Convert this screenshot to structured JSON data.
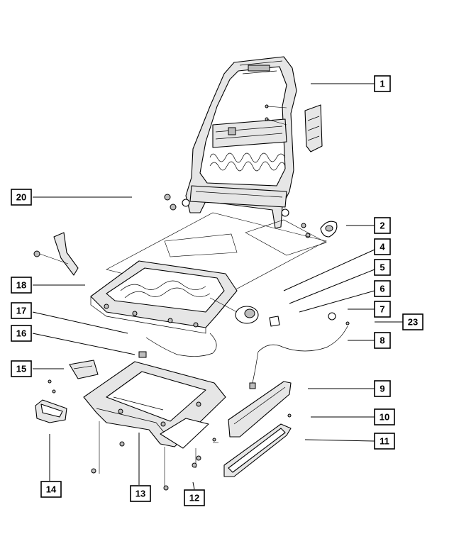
{
  "diagram": {
    "callouts": [
      {
        "id": "c1",
        "label": "1"
      },
      {
        "id": "c2",
        "label": "2"
      },
      {
        "id": "c4",
        "label": "4"
      },
      {
        "id": "c5",
        "label": "5"
      },
      {
        "id": "c6",
        "label": "6"
      },
      {
        "id": "c7",
        "label": "7"
      },
      {
        "id": "c23",
        "label": "23"
      },
      {
        "id": "c8",
        "label": "8"
      },
      {
        "id": "c9",
        "label": "9"
      },
      {
        "id": "c10",
        "label": "10"
      },
      {
        "id": "c11",
        "label": "11"
      },
      {
        "id": "c20",
        "label": "20"
      },
      {
        "id": "c18",
        "label": "18"
      },
      {
        "id": "c17",
        "label": "17"
      },
      {
        "id": "c16",
        "label": "16"
      },
      {
        "id": "c15",
        "label": "15"
      },
      {
        "id": "c14",
        "label": "14"
      },
      {
        "id": "c13",
        "label": "13"
      },
      {
        "id": "c12",
        "label": "12"
      }
    ]
  }
}
